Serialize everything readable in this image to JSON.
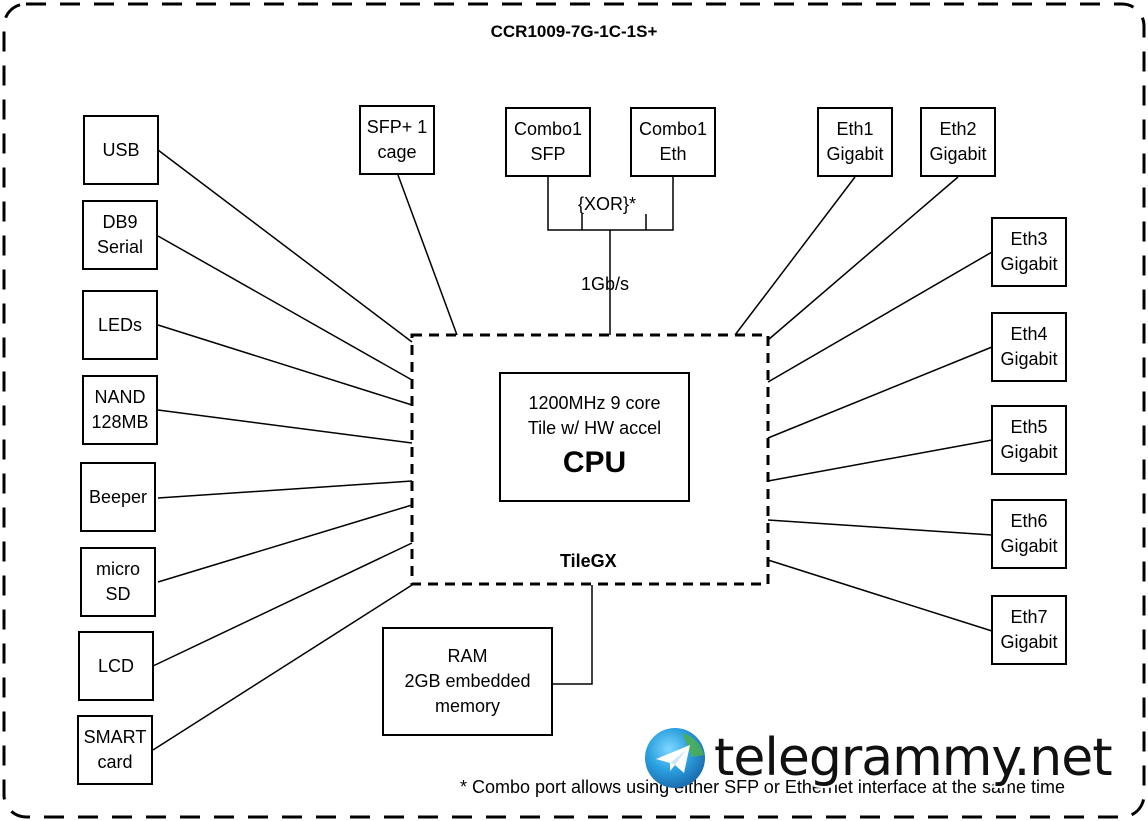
{
  "title": "CCR1009-7G-1C-1S+",
  "cpu": {
    "description": "1200MHz 9 core\nTile w/ HW accel",
    "label": "CPU"
  },
  "soc_label": "TileGX",
  "left_ports": [
    "USB",
    "DB9\nSerial",
    "LEDs",
    "NAND\n128MB",
    "Beeper",
    "micro\nSD",
    "LCD",
    "SMART\ncard"
  ],
  "top_ports": [
    "SFP+ 1\ncage",
    "Combo1\nSFP",
    "Combo1\nEth",
    "Eth1\nGigabit",
    "Eth2\nGigabit"
  ],
  "right_ports": [
    "Eth3\nGigabit",
    "Eth4\nGigabit",
    "Eth5\nGigabit",
    "Eth6\nGigabit",
    "Eth7\nGigabit"
  ],
  "xor_label": "{XOR}*",
  "combo_speed": "1Gb/s",
  "ram": "RAM\n2GB embedded\nmemory",
  "footnote": "* Combo port allows using either SFP or Ethernet interface at the same time",
  "watermark": "telegrammy.net",
  "colors": {
    "line": "#000000",
    "background": "#ffffff"
  }
}
